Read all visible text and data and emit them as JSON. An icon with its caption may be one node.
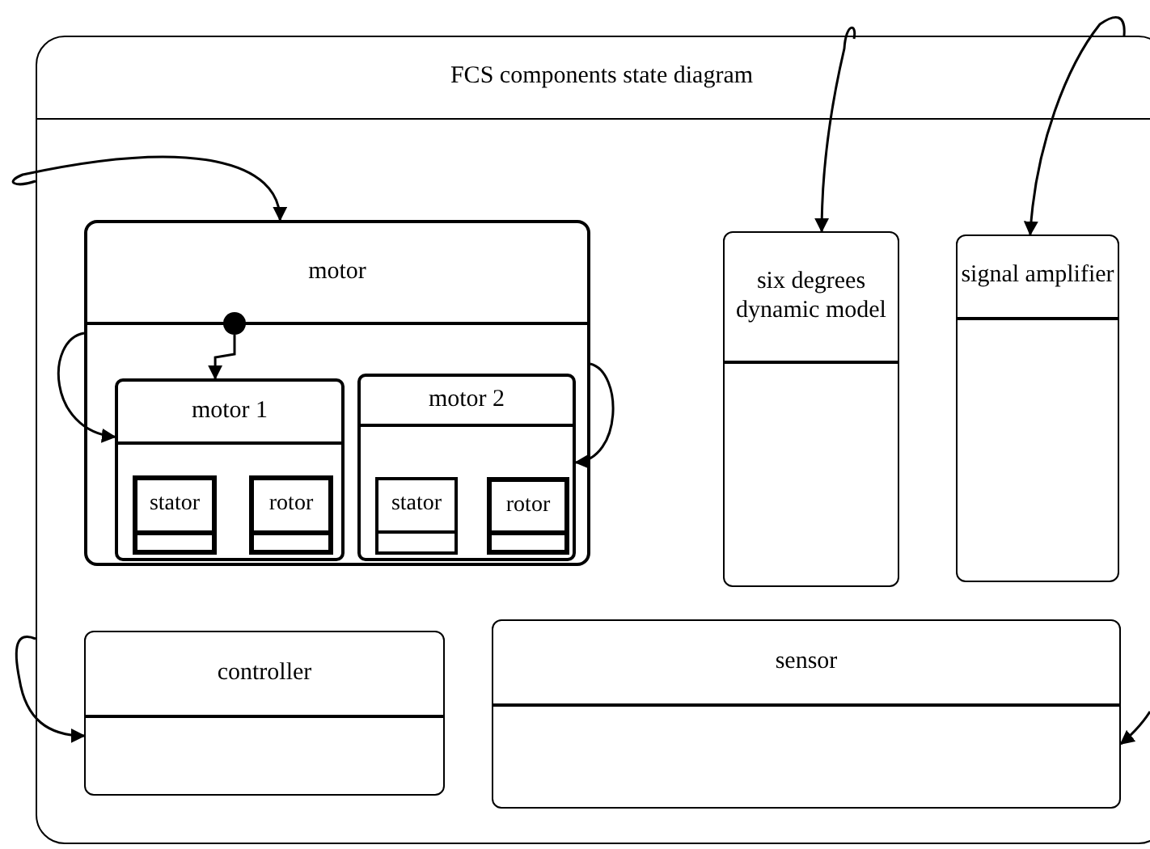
{
  "diagram": {
    "nodes": [
      {
        "text": [
          "FCS components state diagram"
        ]
      },
      {
        "text": [
          "motor"
        ],
        "in": 0
      },
      {
        "text": [],
        "shape": "circle",
        "in": 1
      },
      {
        "text": [
          "motor 1"
        ],
        "in": 1
      },
      {
        "text": [
          "stator"
        ],
        "in": 3
      },
      {
        "text": [
          "rotor"
        ],
        "in": 3
      },
      {
        "text": [
          "motor 2"
        ],
        "in": 1
      },
      {
        "text": [
          "stator"
        ],
        "in": 6
      },
      {
        "text": [
          "rotor"
        ],
        "in": 6
      },
      {
        "text": [
          "six degrees dynamic model"
        ],
        "in": 0
      },
      {
        "text": [
          "signal amplifier"
        ],
        "in": 0
      },
      {
        "text": [
          "controller"
        ],
        "in": 0
      },
      {
        "text": [
          "sensor"
        ],
        "in": 0
      }
    ],
    "edges": [
      {
        "from": null,
        "to": 1,
        "arrow": "to"
      },
      {
        "from": 2,
        "to": 3,
        "arrow": "to"
      },
      {
        "from": 1,
        "to": 3,
        "arrow": "to"
      },
      {
        "from": 1,
        "to": 6,
        "arrow": "to"
      },
      {
        "from": null,
        "to": 9,
        "arrow": "to"
      },
      {
        "from": null,
        "to": 10,
        "arrow": "to"
      },
      {
        "from": 0,
        "to": 11,
        "arrow": "to"
      },
      {
        "from": null,
        "to": 12,
        "arrow": "to"
      }
    ]
  }
}
